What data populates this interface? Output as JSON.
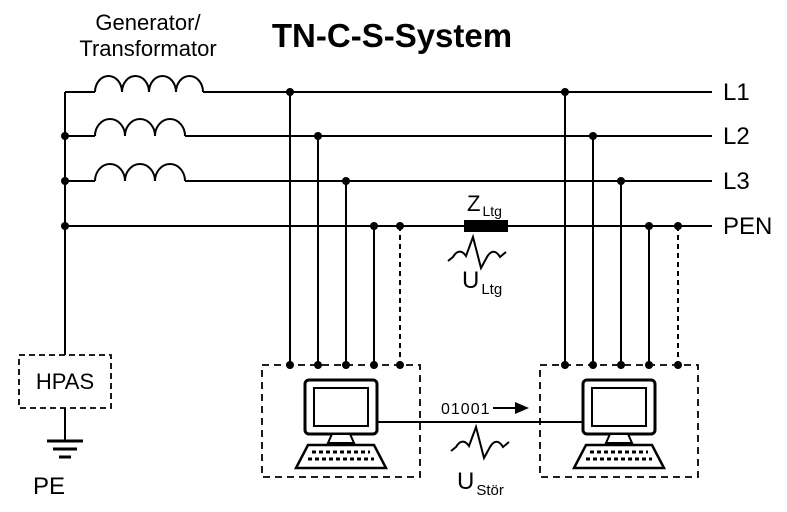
{
  "title": "TN-C-S-System",
  "generator": {
    "line1": "Generator/",
    "line2": "Transformator"
  },
  "buses": {
    "l1": "L1",
    "l2": "L2",
    "l3": "L3",
    "pen": "PEN"
  },
  "impedance": {
    "symbol": "Z",
    "subscript": "Ltg"
  },
  "line_voltage": {
    "symbol": "U",
    "subscript": "Ltg"
  },
  "signal": {
    "bits": "01001"
  },
  "interference_voltage": {
    "symbol": "U",
    "subscript": "Stör"
  },
  "hpas": {
    "label": "HPAS"
  },
  "earth": {
    "label": "PE"
  },
  "colors": {
    "stroke": "#000000",
    "background": "#ffffff",
    "impedance_fill": "#000000"
  }
}
